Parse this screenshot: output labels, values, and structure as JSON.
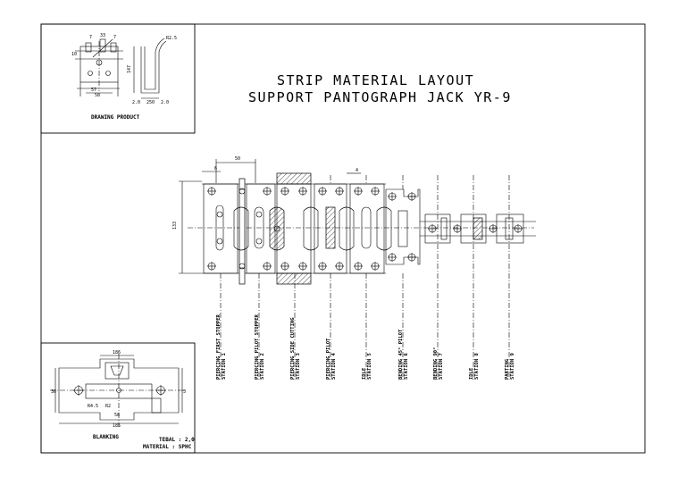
{
  "title": {
    "line1": "STRIP MATERIAL LAYOUT",
    "line2": "SUPPORT PANTOGRAPH JACK YR-9"
  },
  "product_view": {
    "caption": "DRAWING PRODUCT"
  },
  "blank_view": {
    "caption": "BLANKING",
    "thickness_label": "TEBAL : 2,0",
    "material_label": "MATERIAL : SPHC"
  },
  "dimensions": {
    "pitch": "50",
    "strip_width": "133",
    "small_dim": "6",
    "carrier_dim": "4"
  },
  "stations": [
    {
      "name": "PIERCING FIRST STOPPER",
      "station": "STATION 1"
    },
    {
      "name": "PIERCING PILOT STOPPER",
      "station": "STATION 2"
    },
    {
      "name": "PIERCING SIDE CUTTING",
      "station": "STATION 3"
    },
    {
      "name": "PIERCING PILOT",
      "station": "STATION 4"
    },
    {
      "name": "IDLE",
      "station": "STATION 5"
    },
    {
      "name": "BENDING 45° PILOT",
      "station": "STATION 6"
    },
    {
      "name": "BENDING 90°",
      "station": "STATION 7"
    },
    {
      "name": "IDLE",
      "station": "STATION 8"
    },
    {
      "name": "PARTING",
      "station": "STATION 9"
    }
  ]
}
